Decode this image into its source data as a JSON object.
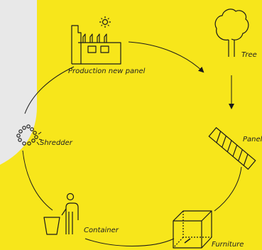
{
  "colors": {
    "background": "#F7E61B",
    "side_panel": "#E8E8E8",
    "stroke": "#1A1A1A"
  },
  "cycle": {
    "stages": [
      {
        "id": "production",
        "label": "Production new panel",
        "icon": "factory-icon"
      },
      {
        "id": "tree",
        "label": "Tree",
        "icon": "tree-icon"
      },
      {
        "id": "panel",
        "label": "Panel",
        "icon": "panel-icon"
      },
      {
        "id": "furniture",
        "label": "Furniture",
        "icon": "furniture-cube-icon"
      },
      {
        "id": "container",
        "label": "Container",
        "icon": "person-bin-icon"
      },
      {
        "id": "shredder",
        "label": "Shredder",
        "icon": "shredder-icon"
      }
    ]
  }
}
